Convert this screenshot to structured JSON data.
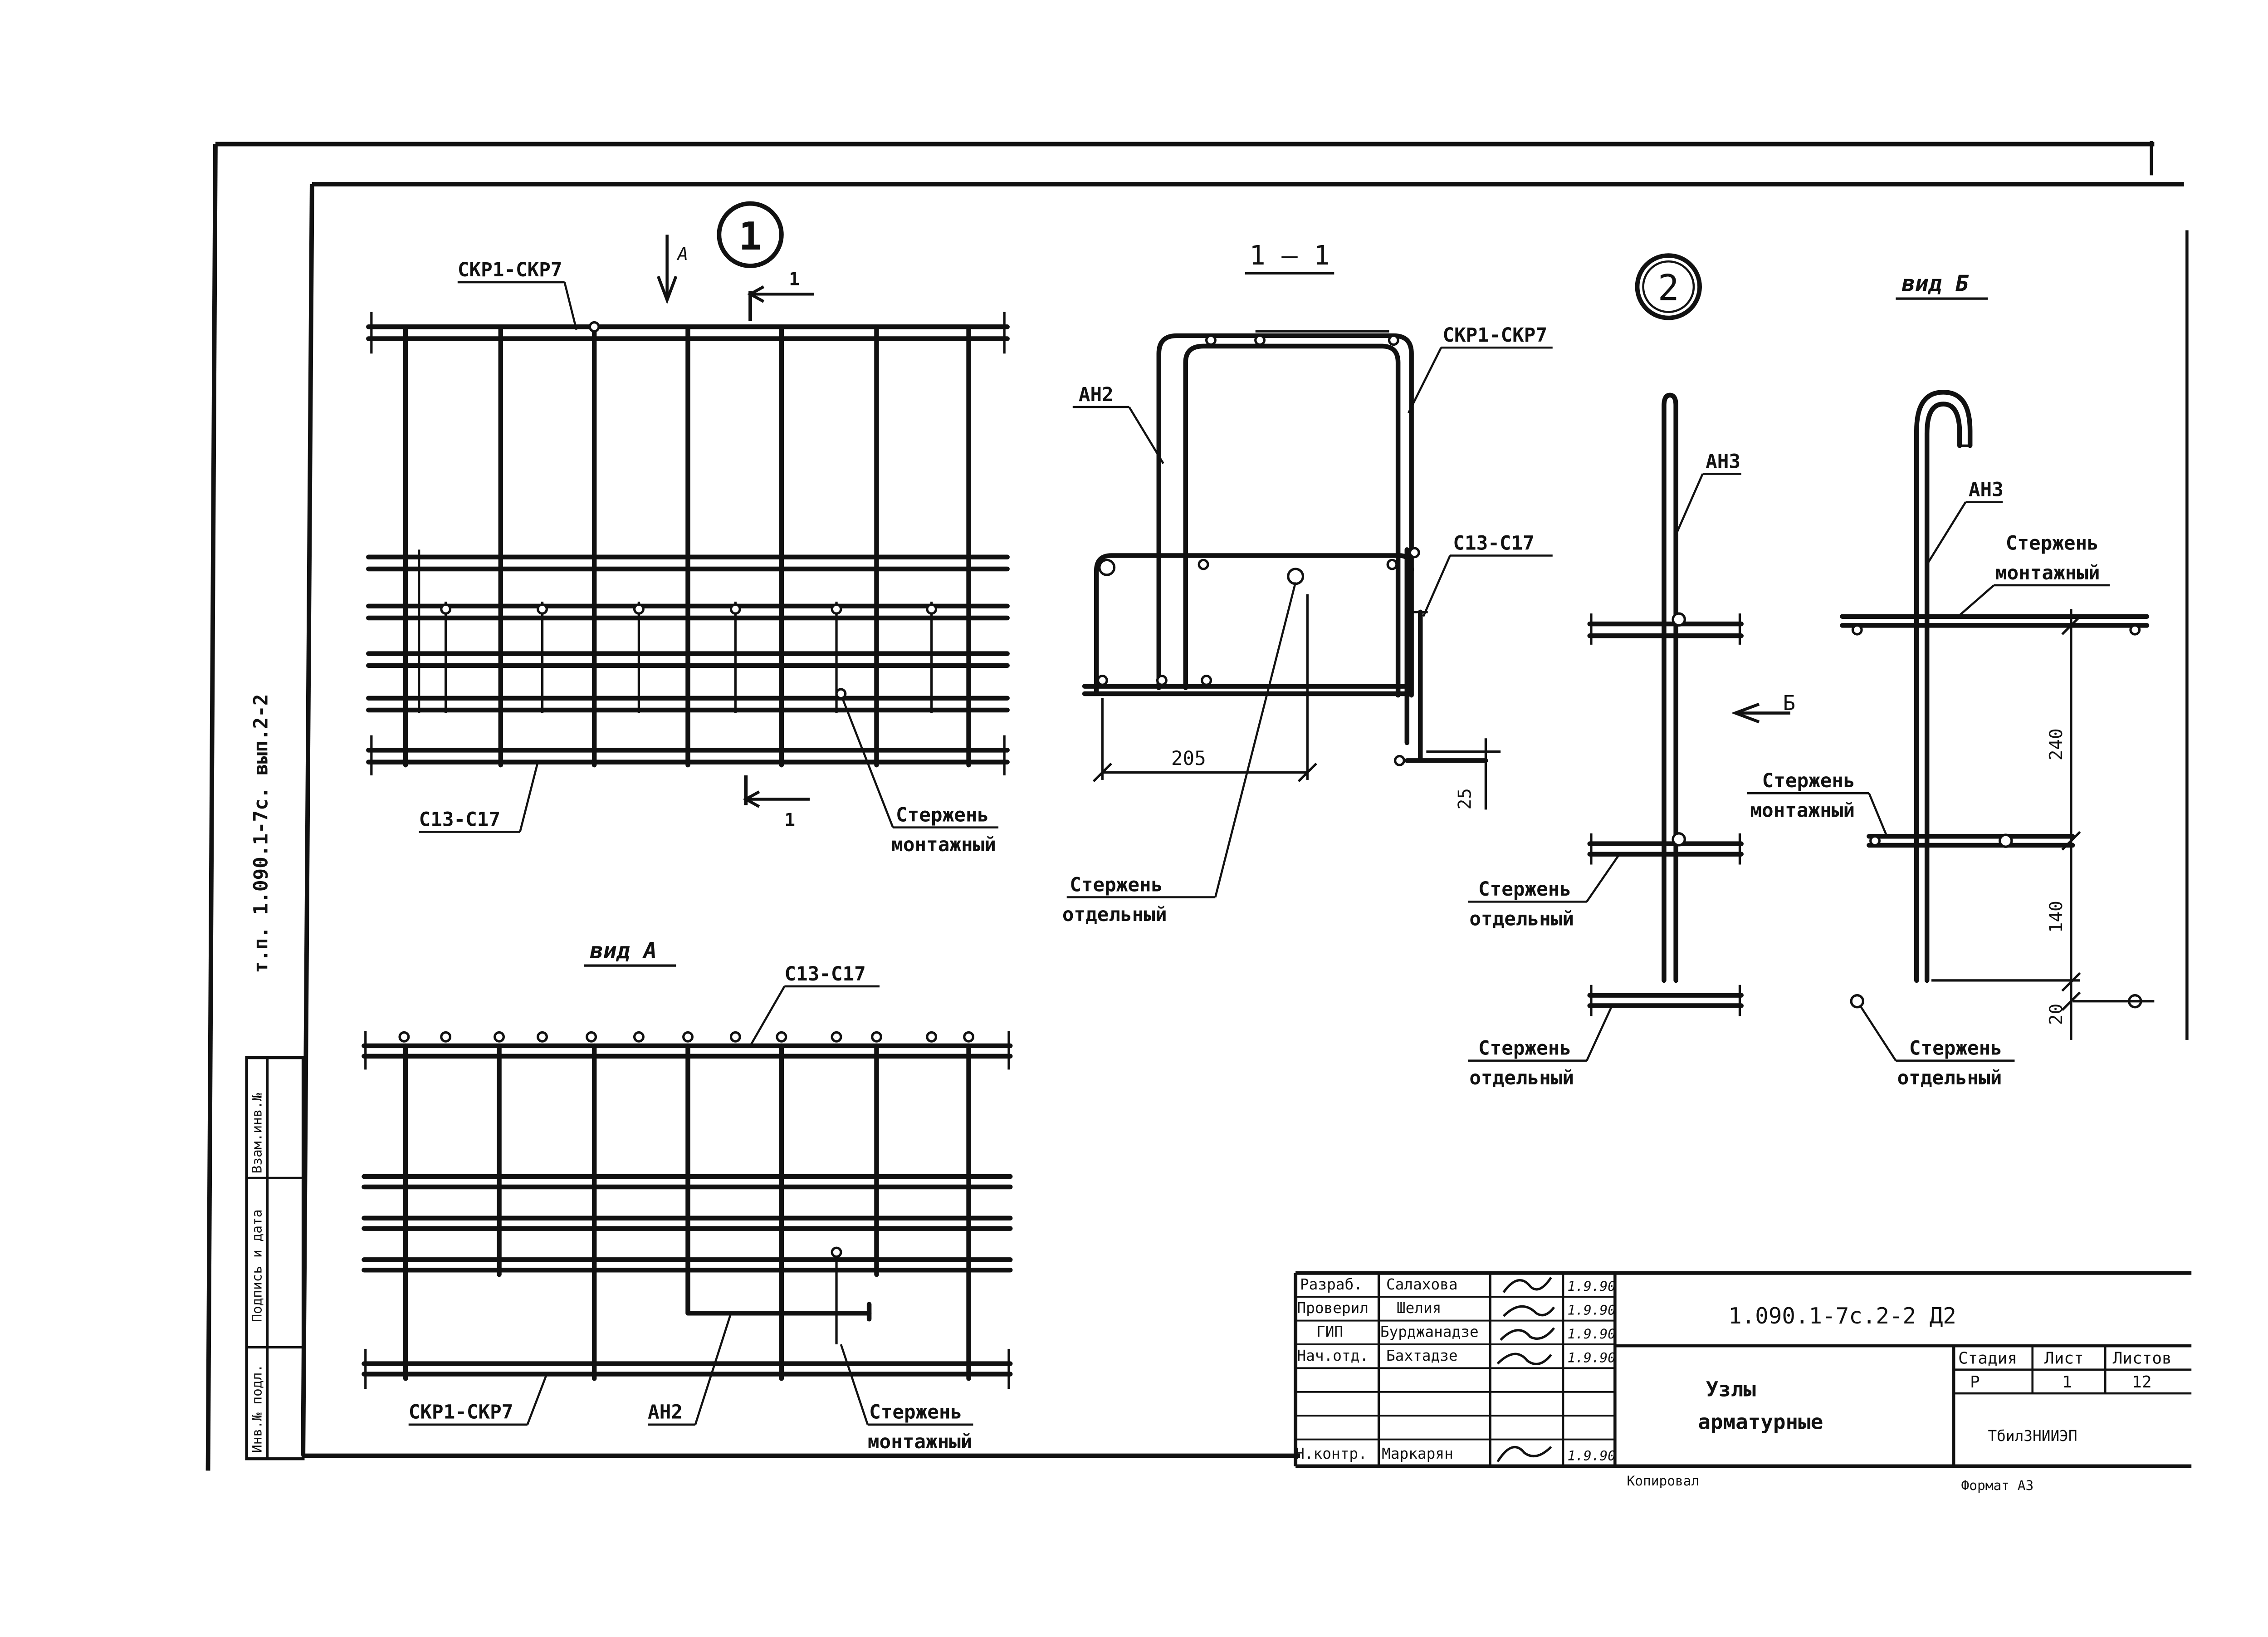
{
  "markers": {
    "node1": "1",
    "node2": "2"
  },
  "section": {
    "title": "1 — 1",
    "cut": "1"
  },
  "views": {
    "a": "вид А",
    "a_arrow": "А",
    "b": "вид Б",
    "b_arrow": "Б"
  },
  "labels": {
    "skr_top": "СКР1-СКР7",
    "skr_section": "СКР1-СКР7",
    "skr_bottom": "СКР1-СКР7",
    "c13_node1": "С13-С17",
    "c13_section": "С13-С17",
    "c13_viewa": "С13-С17",
    "an2_section": "АН2",
    "an2_viewa": "АН2",
    "an3_node2": "АН3",
    "an3_viewb": "АН3",
    "sterzhen": "Стержень",
    "montazhny": "монтажный",
    "otdelny": "отдельный"
  },
  "dimensions": {
    "d205": "205",
    "d25": "25",
    "d240": "240",
    "d140": "140",
    "d20": "20"
  },
  "margin": {
    "ref": "т.п. 1.090.1-7с. вып.2-2",
    "inv": "Инв.№ подл.",
    "sign": "Подпись и дата",
    "vzam": "Взам.инв.№"
  },
  "title_block": {
    "rows": [
      {
        "role": "Разраб.",
        "name": "Салахова",
        "date": "1.9.90"
      },
      {
        "role": "Проверил",
        "name": "Шелия",
        "date": "1.9.90"
      },
      {
        "role": "ГИП",
        "name": "Бурджанадзе",
        "date": "1.9.90"
      },
      {
        "role": "Нач.отд.",
        "name": "Бахтадзе",
        "date": "1.9.90"
      },
      {
        "role": "Н.контр.",
        "name": "Маркарян",
        "date": "1.9.90"
      }
    ],
    "code": "1.090.1-7с.2-2 Д2",
    "name_line1": "Узлы",
    "name_line2": "арматурные",
    "stage_h": "Стадия",
    "sheet_h": "Лист",
    "sheets_h": "Листов",
    "stage": "Р",
    "sheet": "1",
    "sheets": "12",
    "org": "ТбилЗНИИЭП",
    "copied": "Копировал",
    "format": "Формат А3"
  }
}
